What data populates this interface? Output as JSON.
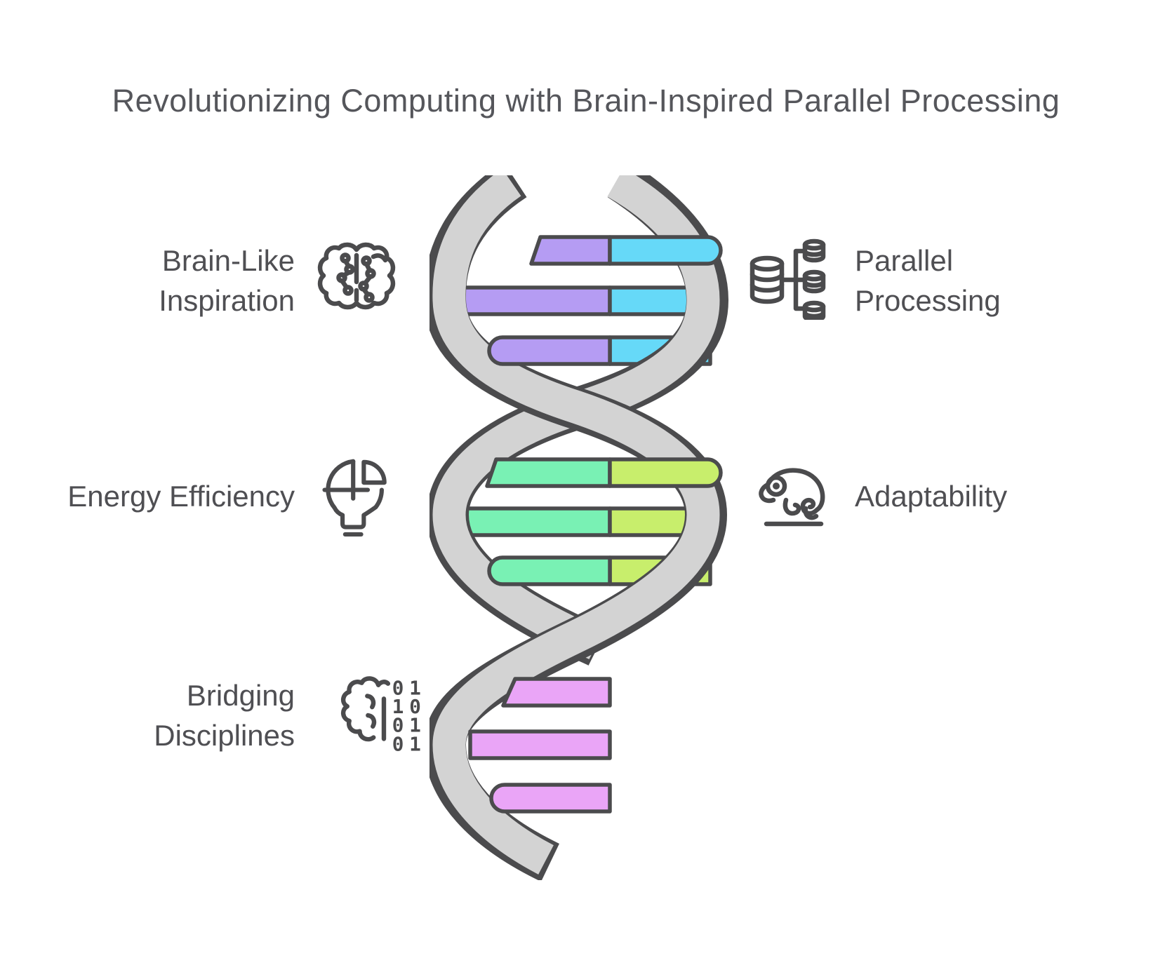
{
  "title": "Revolutionizing Computing with Brain-Inspired Parallel Processing",
  "colors": {
    "background": "#ffffff",
    "outline": "#4b4b4d",
    "strand_gray": "#d3d3d3",
    "label_text": "#4f4f53",
    "title_text": "#55565b",
    "rung_purple": "#b59cf3",
    "rung_cyan": "#66d9f8",
    "rung_mint": "#79f1b4",
    "rung_lime": "#c8ee6c",
    "rung_pink": "#eaa5f7"
  },
  "features": [
    {
      "id": "brain-like-inspiration",
      "lines": [
        "Brain-Like",
        "Inspiration"
      ],
      "icon": "brain-circuit-icon",
      "side": "left"
    },
    {
      "id": "parallel-processing",
      "lines": [
        "Parallel",
        "Processing"
      ],
      "icon": "database-distribution-icon",
      "side": "right"
    },
    {
      "id": "energy-efficiency",
      "lines": [
        "Energy Efficiency"
      ],
      "icon": "lightbulb-pie-icon",
      "side": "left"
    },
    {
      "id": "adaptability",
      "lines": [
        "Adaptability"
      ],
      "icon": "chameleon-icon",
      "side": "right"
    },
    {
      "id": "bridging-disciplines",
      "lines": [
        "Bridging",
        "Disciplines"
      ],
      "icon": "brain-binary-icon",
      "side": "left",
      "binary_rows": [
        "01",
        "10",
        "01",
        "01"
      ]
    }
  ],
  "dna": {
    "strands": 2,
    "rung_groups": [
      {
        "position": "top",
        "count": 3,
        "left_color": "#b59cf3",
        "right_color": "#66d9f8"
      },
      {
        "position": "middle",
        "count": 3,
        "left_color": "#79f1b4",
        "right_color": "#c8ee6c"
      },
      {
        "position": "bottom",
        "count": 3,
        "left_color": "#eaa5f7",
        "right_color": ""
      }
    ]
  }
}
